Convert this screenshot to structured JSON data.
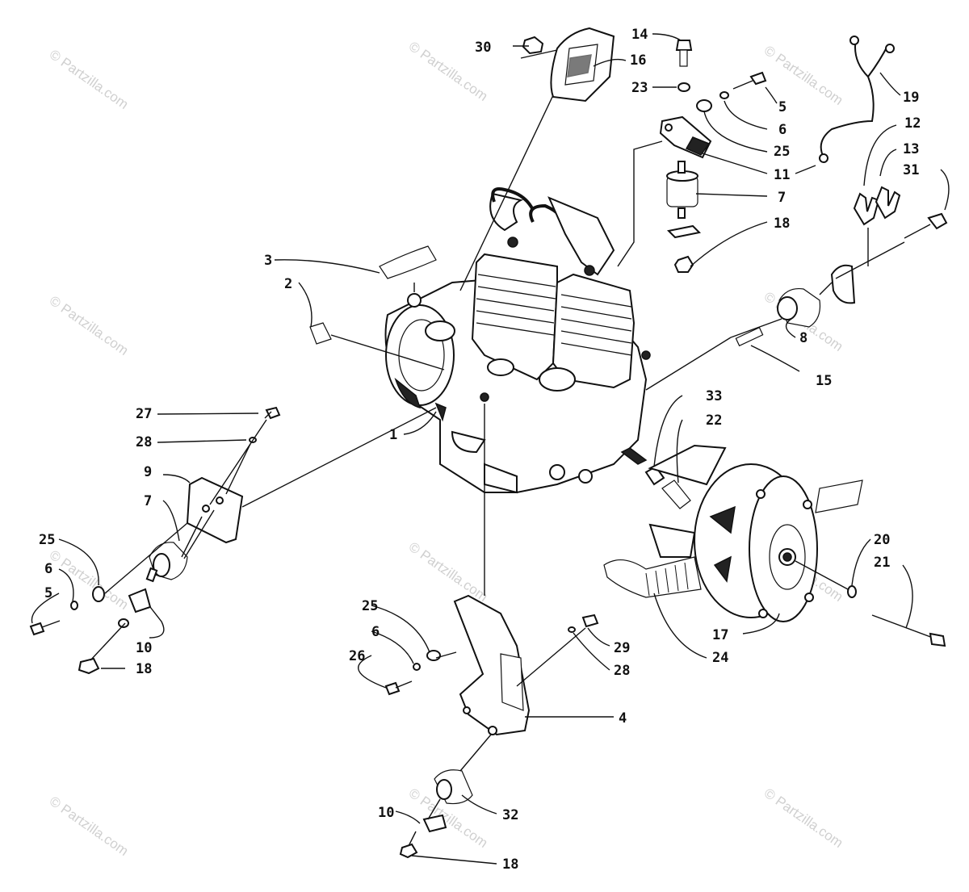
{
  "watermark": "© Partzilla.com",
  "callouts": [
    {
      "id": "c30",
      "text": "30"
    },
    {
      "id": "c16",
      "text": "16"
    },
    {
      "id": "c14",
      "text": "14"
    },
    {
      "id": "c23",
      "text": "23"
    },
    {
      "id": "c5a",
      "text": "5"
    },
    {
      "id": "c6a",
      "text": "6"
    },
    {
      "id": "c25a",
      "text": "25"
    },
    {
      "id": "c11",
      "text": "11"
    },
    {
      "id": "c7a",
      "text": "7"
    },
    {
      "id": "c18a",
      "text": "18"
    },
    {
      "id": "c19",
      "text": "19"
    },
    {
      "id": "c12",
      "text": "12"
    },
    {
      "id": "c13",
      "text": "13"
    },
    {
      "id": "c31",
      "text": "31"
    },
    {
      "id": "c3",
      "text": "3"
    },
    {
      "id": "c2",
      "text": "2"
    },
    {
      "id": "c8",
      "text": "8"
    },
    {
      "id": "c15",
      "text": "15"
    },
    {
      "id": "c27",
      "text": "27"
    },
    {
      "id": "c28a",
      "text": "28"
    },
    {
      "id": "c1",
      "text": "1"
    },
    {
      "id": "c33",
      "text": "33"
    },
    {
      "id": "c22",
      "text": "22"
    },
    {
      "id": "c9",
      "text": "9"
    },
    {
      "id": "c7b",
      "text": "7"
    },
    {
      "id": "c25b",
      "text": "25"
    },
    {
      "id": "c6b",
      "text": "6"
    },
    {
      "id": "c5b",
      "text": "5"
    },
    {
      "id": "c10a",
      "text": "10"
    },
    {
      "id": "c18b",
      "text": "18"
    },
    {
      "id": "c20",
      "text": "20"
    },
    {
      "id": "c21",
      "text": "21"
    },
    {
      "id": "c25c",
      "text": "25"
    },
    {
      "id": "c6c",
      "text": "6"
    },
    {
      "id": "c26",
      "text": "26"
    },
    {
      "id": "c29",
      "text": "29"
    },
    {
      "id": "c28b",
      "text": "28"
    },
    {
      "id": "c17",
      "text": "17"
    },
    {
      "id": "c24",
      "text": "24"
    },
    {
      "id": "c4",
      "text": "4"
    },
    {
      "id": "c32",
      "text": "32"
    },
    {
      "id": "c10b",
      "text": "10"
    },
    {
      "id": "c18c",
      "text": "18"
    }
  ]
}
